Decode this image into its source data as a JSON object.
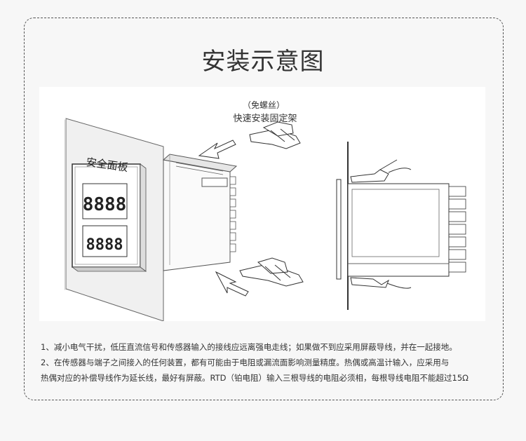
{
  "header": {
    "title": "安装示意图"
  },
  "diagram": {
    "screw_note": "（免螺丝）",
    "bracket_label": "快速安装固定架",
    "panel_label": "安全面板",
    "display_top": "8888",
    "display_bottom": "8888"
  },
  "notes": [
    "1、减小电气干扰，低压直流信号和传感器输入的接线应远离强电走线；如果做不到应采用屏蔽导线，并在一起接地。",
    "2、在传感器与端子之间接入的任何装置，都有可能由于电阻或漏流面影响测量精度。热偶或高温计输入，应采用与",
    "热偶对应的补偿导线作为延长线，最好有屏蔽。RTD（铂电阻）输入三根导线的电阻必须相，每根导线电阻不能超过15Ω"
  ]
}
